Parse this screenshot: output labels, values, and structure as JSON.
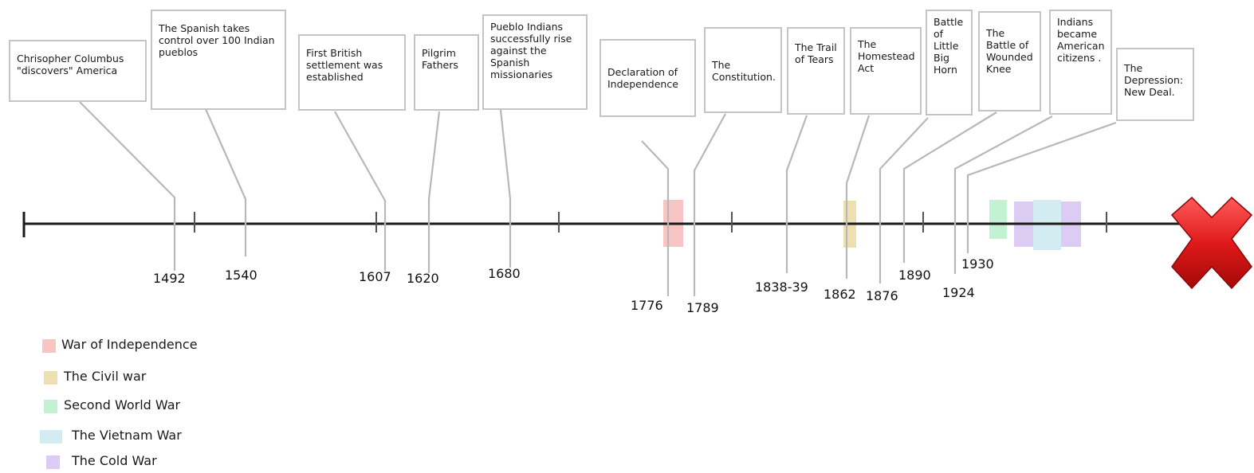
{
  "events": [
    {
      "text": "Chrisopher Columbus \"discovers\" America",
      "year": "1492"
    },
    {
      "text": "The Spanish takes control over 100 Indian pueblos",
      "year": "1540"
    },
    {
      "text": "First British settlement was established",
      "year": "1607"
    },
    {
      "text": "Pilgrim Fathers",
      "year": "1620"
    },
    {
      "text": "Pueblo Indians successfully rise against the Spanish missionaries",
      "year": "1680"
    },
    {
      "text": "Declaration of Independence",
      "year": "1776"
    },
    {
      "text": "The Constitution.",
      "year": "1789"
    },
    {
      "text": "The Trail of Tears",
      "year": "1838-39"
    },
    {
      "text": "The Homestead Act",
      "year": "1862"
    },
    {
      "text": "Battle of Little Big Horn",
      "year": "1876"
    },
    {
      "text": "The Battle of Wounded Knee",
      "year": "1890"
    },
    {
      "text": "Indians became American citizens .",
      "year": "1924"
    },
    {
      "text": "The Depression: New Deal.",
      "year": "1930"
    }
  ],
  "legend": [
    {
      "label": "War of Independence",
      "color": "#f8c4c4"
    },
    {
      "label": "The Civil war",
      "color": "#ece0b0"
    },
    {
      "label": "Second World War",
      "color": "#c2f2d2"
    },
    {
      "label": "The Vietnam War",
      "color": "#d2ecf2"
    },
    {
      "label": "The Cold War",
      "color": "#dcccf4"
    }
  ],
  "marker": {
    "icon": "red-x-icon",
    "color": "#d01818"
  }
}
